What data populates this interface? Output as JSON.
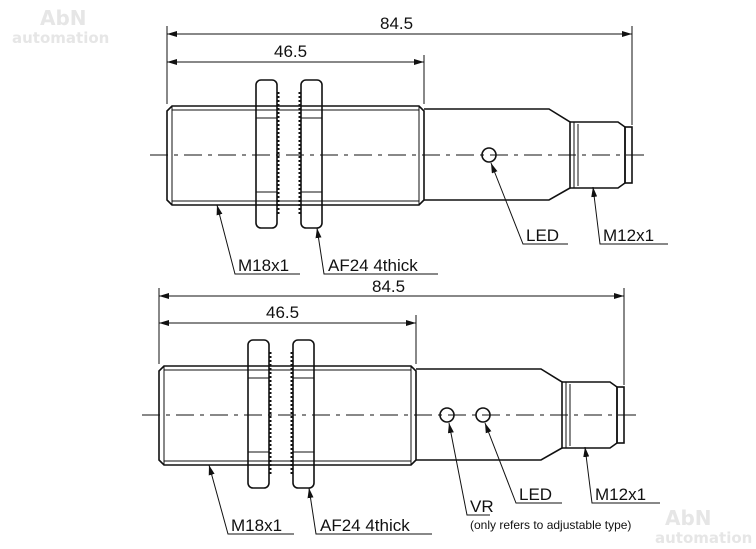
{
  "watermark": {
    "line1": "AbN",
    "line2": "automation"
  },
  "top_sensor": {
    "overall_length": "84.5",
    "thread_length": "46.5",
    "labels": {
      "led": "LED",
      "connector": "M12x1",
      "thread": "M18x1",
      "nut": "AF24 4thick"
    }
  },
  "bottom_sensor": {
    "overall_length": "84.5",
    "thread_length": "46.5",
    "labels": {
      "vr": "VR",
      "vr_note": "(only refers to adjustable type)",
      "led": "LED",
      "connector": "M12x1",
      "thread": "M18x1",
      "nut": "AF24 4thick"
    }
  }
}
